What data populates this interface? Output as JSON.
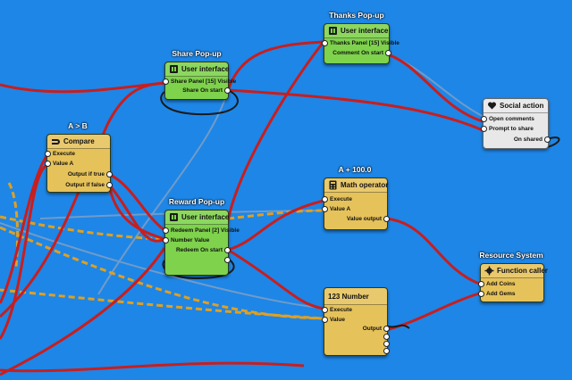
{
  "canvas": {
    "background": "#1e86e6"
  },
  "colors": {
    "exec_wire": "#c81e1e",
    "data_wire": "#e0a020",
    "ghost_wire": "#7f9fc4"
  },
  "nodes": {
    "thanks": {
      "title": "Thanks Pop-up",
      "header": "User interface",
      "icon": "ui-icon",
      "pins": [
        "Thanks Panel [15] Visible",
        "Comment On start"
      ]
    },
    "share": {
      "title": "Share Pop-up",
      "header": "User interface",
      "icon": "ui-icon",
      "pins": [
        "Share Panel [15] Visible",
        "Share On start"
      ]
    },
    "compare": {
      "title": "A > B",
      "header": "Compare",
      "icon": "magnet-icon",
      "pins": [
        "Execute",
        "Value A",
        "Output if true",
        "Output if false"
      ]
    },
    "social": {
      "title": "",
      "header": "Social action",
      "icon": "heart-icon",
      "pins": [
        "Open comments",
        "Prompt to share",
        "On shared"
      ]
    },
    "reward": {
      "title": "Reward Pop-up",
      "header": "User interface",
      "icon": "ui-icon",
      "pins": [
        "Redeem Panel [2] Visible",
        "Number Value",
        "Redeem On start"
      ]
    },
    "math": {
      "title": "A + 100.0",
      "header": "Math operator",
      "icon": "calculator-icon",
      "pins": [
        "Execute",
        "Value A",
        "Value output"
      ]
    },
    "resource": {
      "title": "Resource System",
      "header": "Function caller",
      "icon": "gear-icon",
      "pins": [
        "Add Coins",
        "Add Gems"
      ]
    },
    "number": {
      "title": "",
      "header": "123 Number",
      "icon": "",
      "pins": [
        "Execute",
        "Value",
        "Output"
      ]
    }
  }
}
